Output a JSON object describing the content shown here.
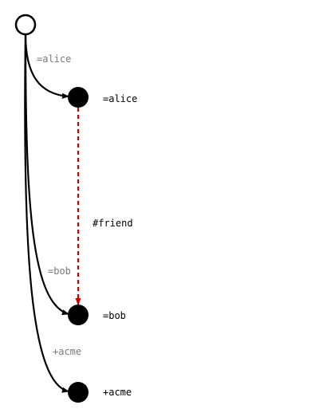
{
  "colors": {
    "edge": "#000000",
    "relation_edge": "#c80000",
    "node_fill": "#000000",
    "root_fill": "#ffffff",
    "edge_label": "#7a7a7a"
  },
  "nodes": {
    "root": {
      "label": ""
    },
    "alice": {
      "label": "=alice"
    },
    "bob": {
      "label": "=bob"
    },
    "acme": {
      "label": "+acme"
    }
  },
  "edges": {
    "root_alice": "=alice",
    "root_bob": "=bob",
    "root_acme": "+acme",
    "alice_bob": "#friend"
  }
}
